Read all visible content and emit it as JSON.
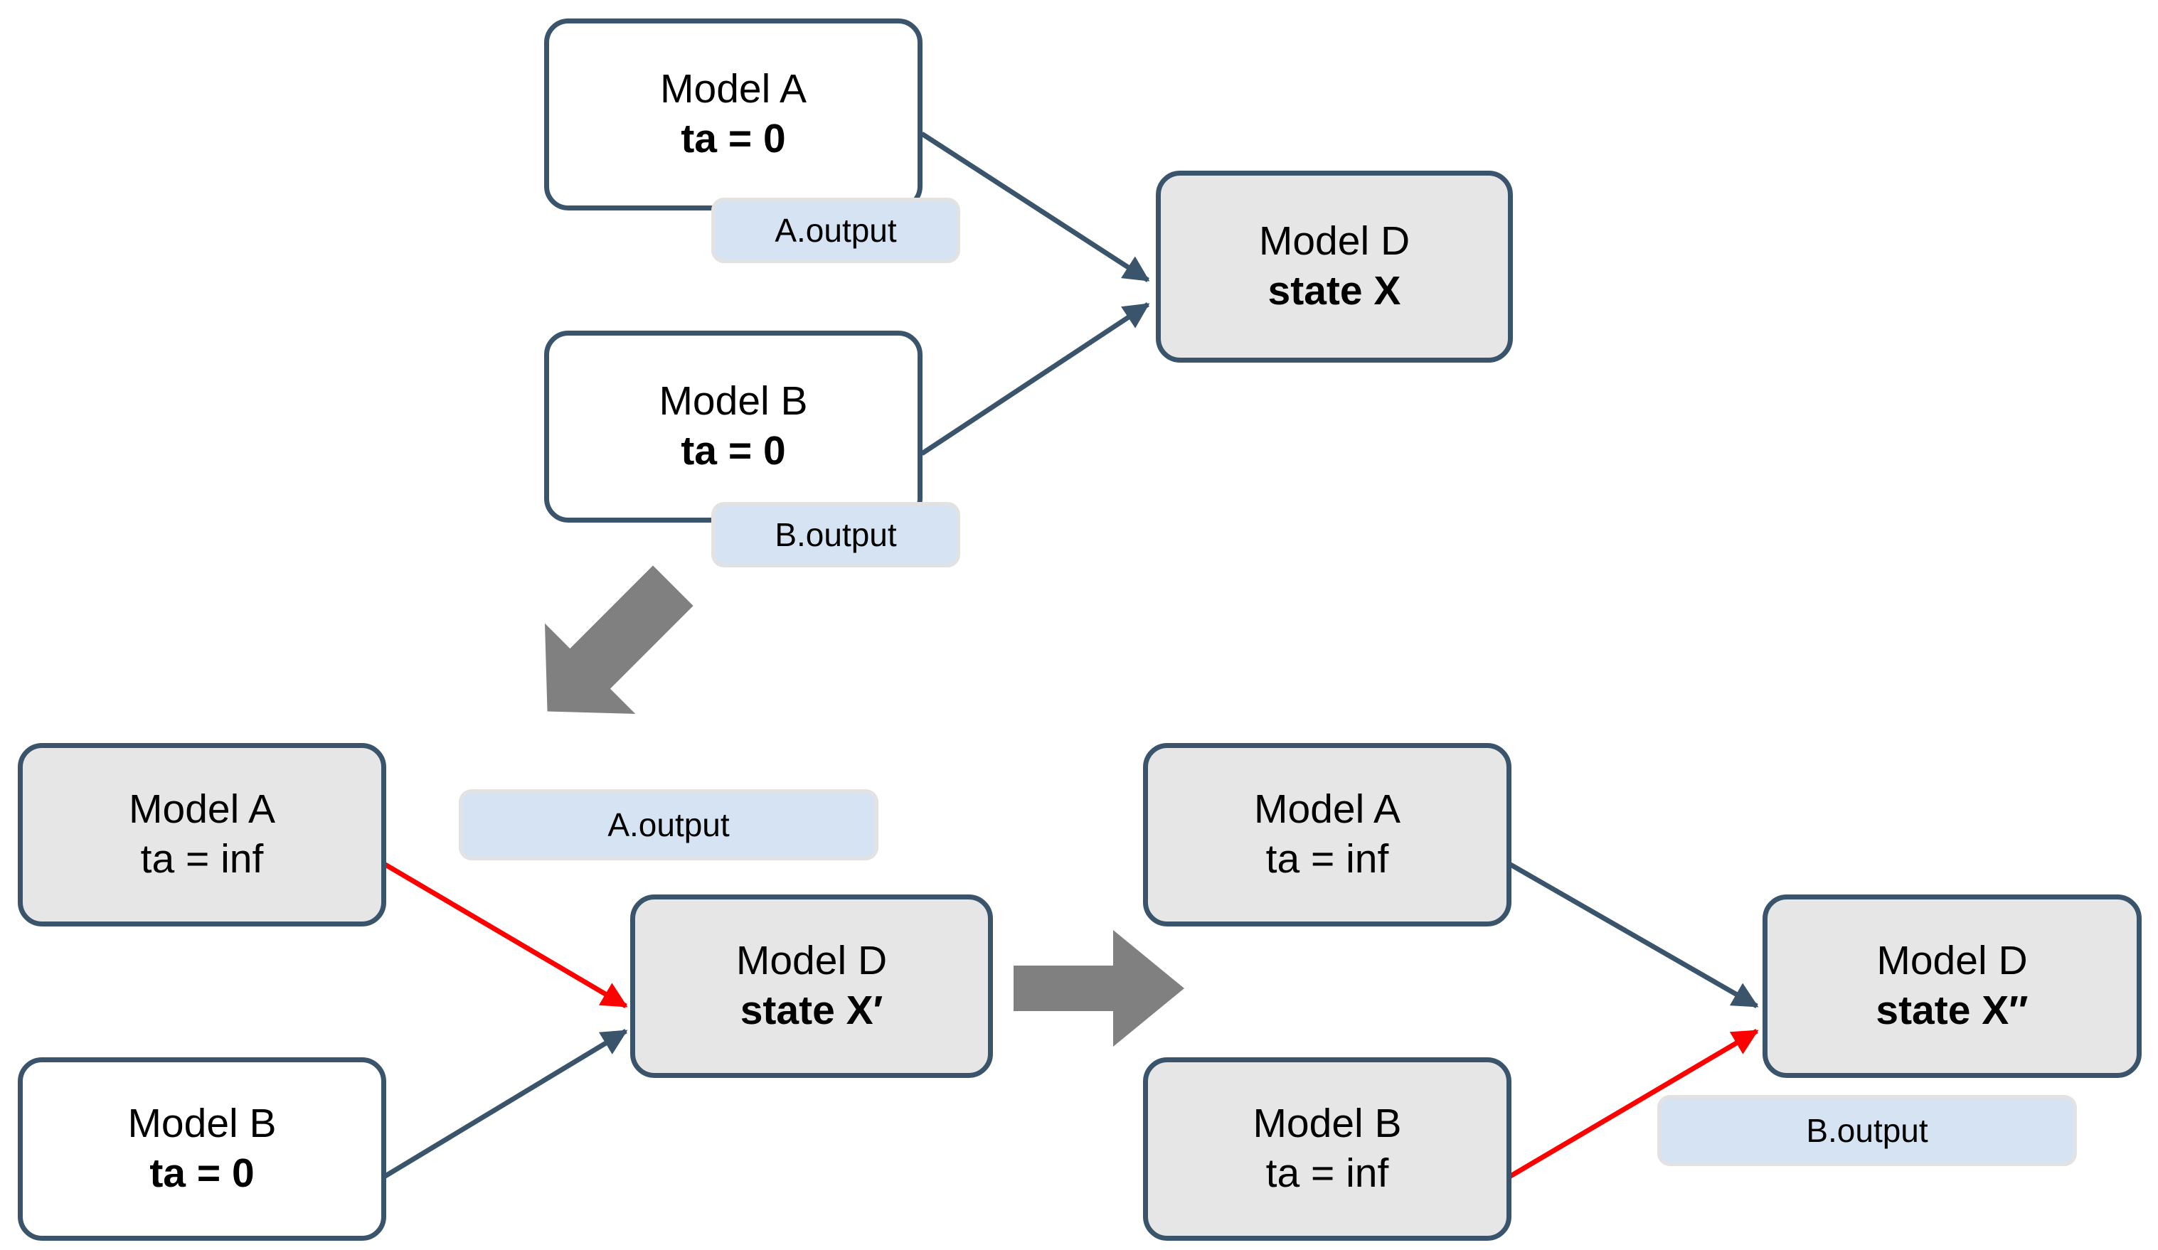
{
  "diagram": {
    "title_visible": false,
    "colors": {
      "node_border": "#3A546B",
      "node_fill_active": "#FFFFFF",
      "node_fill_inactive": "#E6E6E6",
      "port_fill": "#D6E3F3",
      "port_border": "#E2E2E2",
      "edge_normal": "#3A546B",
      "edge_highlight": "#FF0000",
      "block_arrow": "#808080",
      "text": "#000000"
    },
    "nodes": [
      {
        "id": "top-model-a",
        "line1": "Model A",
        "line2": "ta = 0",
        "line2_bold": true,
        "fill": "white"
      },
      {
        "id": "top-model-b",
        "line1": "Model B",
        "line2": "ta = 0",
        "line2_bold": true,
        "fill": "white"
      },
      {
        "id": "top-model-d",
        "line1": "Model D",
        "line2": "state X",
        "line2_bold": true,
        "fill": "gray"
      },
      {
        "id": "mid-model-a",
        "line1": "Model A",
        "line2": "ta = inf",
        "line2_bold": false,
        "fill": "gray"
      },
      {
        "id": "mid-model-b",
        "line1": "Model B",
        "line2": "ta = 0",
        "line2_bold": true,
        "fill": "white"
      },
      {
        "id": "mid-model-d",
        "line1": "Model D",
        "line2": "state X′",
        "line2_bold": true,
        "fill": "gray"
      },
      {
        "id": "right-model-a",
        "line1": "Model A",
        "line2": "ta = inf",
        "line2_bold": false,
        "fill": "gray"
      },
      {
        "id": "right-model-b",
        "line1": "Model B",
        "line2": "ta = inf",
        "line2_bold": false,
        "fill": "gray"
      },
      {
        "id": "right-model-d",
        "line1": "Model D",
        "line2": "state X″",
        "line2_bold": true,
        "fill": "gray"
      }
    ],
    "ports": [
      {
        "id": "top-a-output",
        "label": "A.output"
      },
      {
        "id": "top-b-output",
        "label": "B.output"
      },
      {
        "id": "mid-a-output",
        "label": "A.output"
      },
      {
        "id": "right-b-output",
        "label": "B.output"
      }
    ],
    "block_arrows": [
      {
        "id": "stage-arrow-diagonal",
        "direction": "down-left"
      },
      {
        "id": "stage-arrow-horizontal",
        "direction": "right"
      }
    ],
    "edges": [
      {
        "id": "edge-top-a-to-d",
        "from": "top-model-a",
        "to": "top-model-d",
        "style": "normal"
      },
      {
        "id": "edge-top-b-to-d",
        "from": "top-model-b",
        "to": "top-model-d",
        "style": "normal"
      },
      {
        "id": "edge-mid-a-to-d",
        "from": "mid-model-a",
        "to": "mid-model-d",
        "style": "highlight"
      },
      {
        "id": "edge-mid-b-to-d",
        "from": "mid-model-b",
        "to": "mid-model-d",
        "style": "normal"
      },
      {
        "id": "edge-right-a-to-d",
        "from": "right-model-a",
        "to": "right-model-d",
        "style": "normal"
      },
      {
        "id": "edge-right-b-to-d",
        "from": "right-model-b",
        "to": "right-model-d",
        "style": "highlight"
      }
    ]
  }
}
